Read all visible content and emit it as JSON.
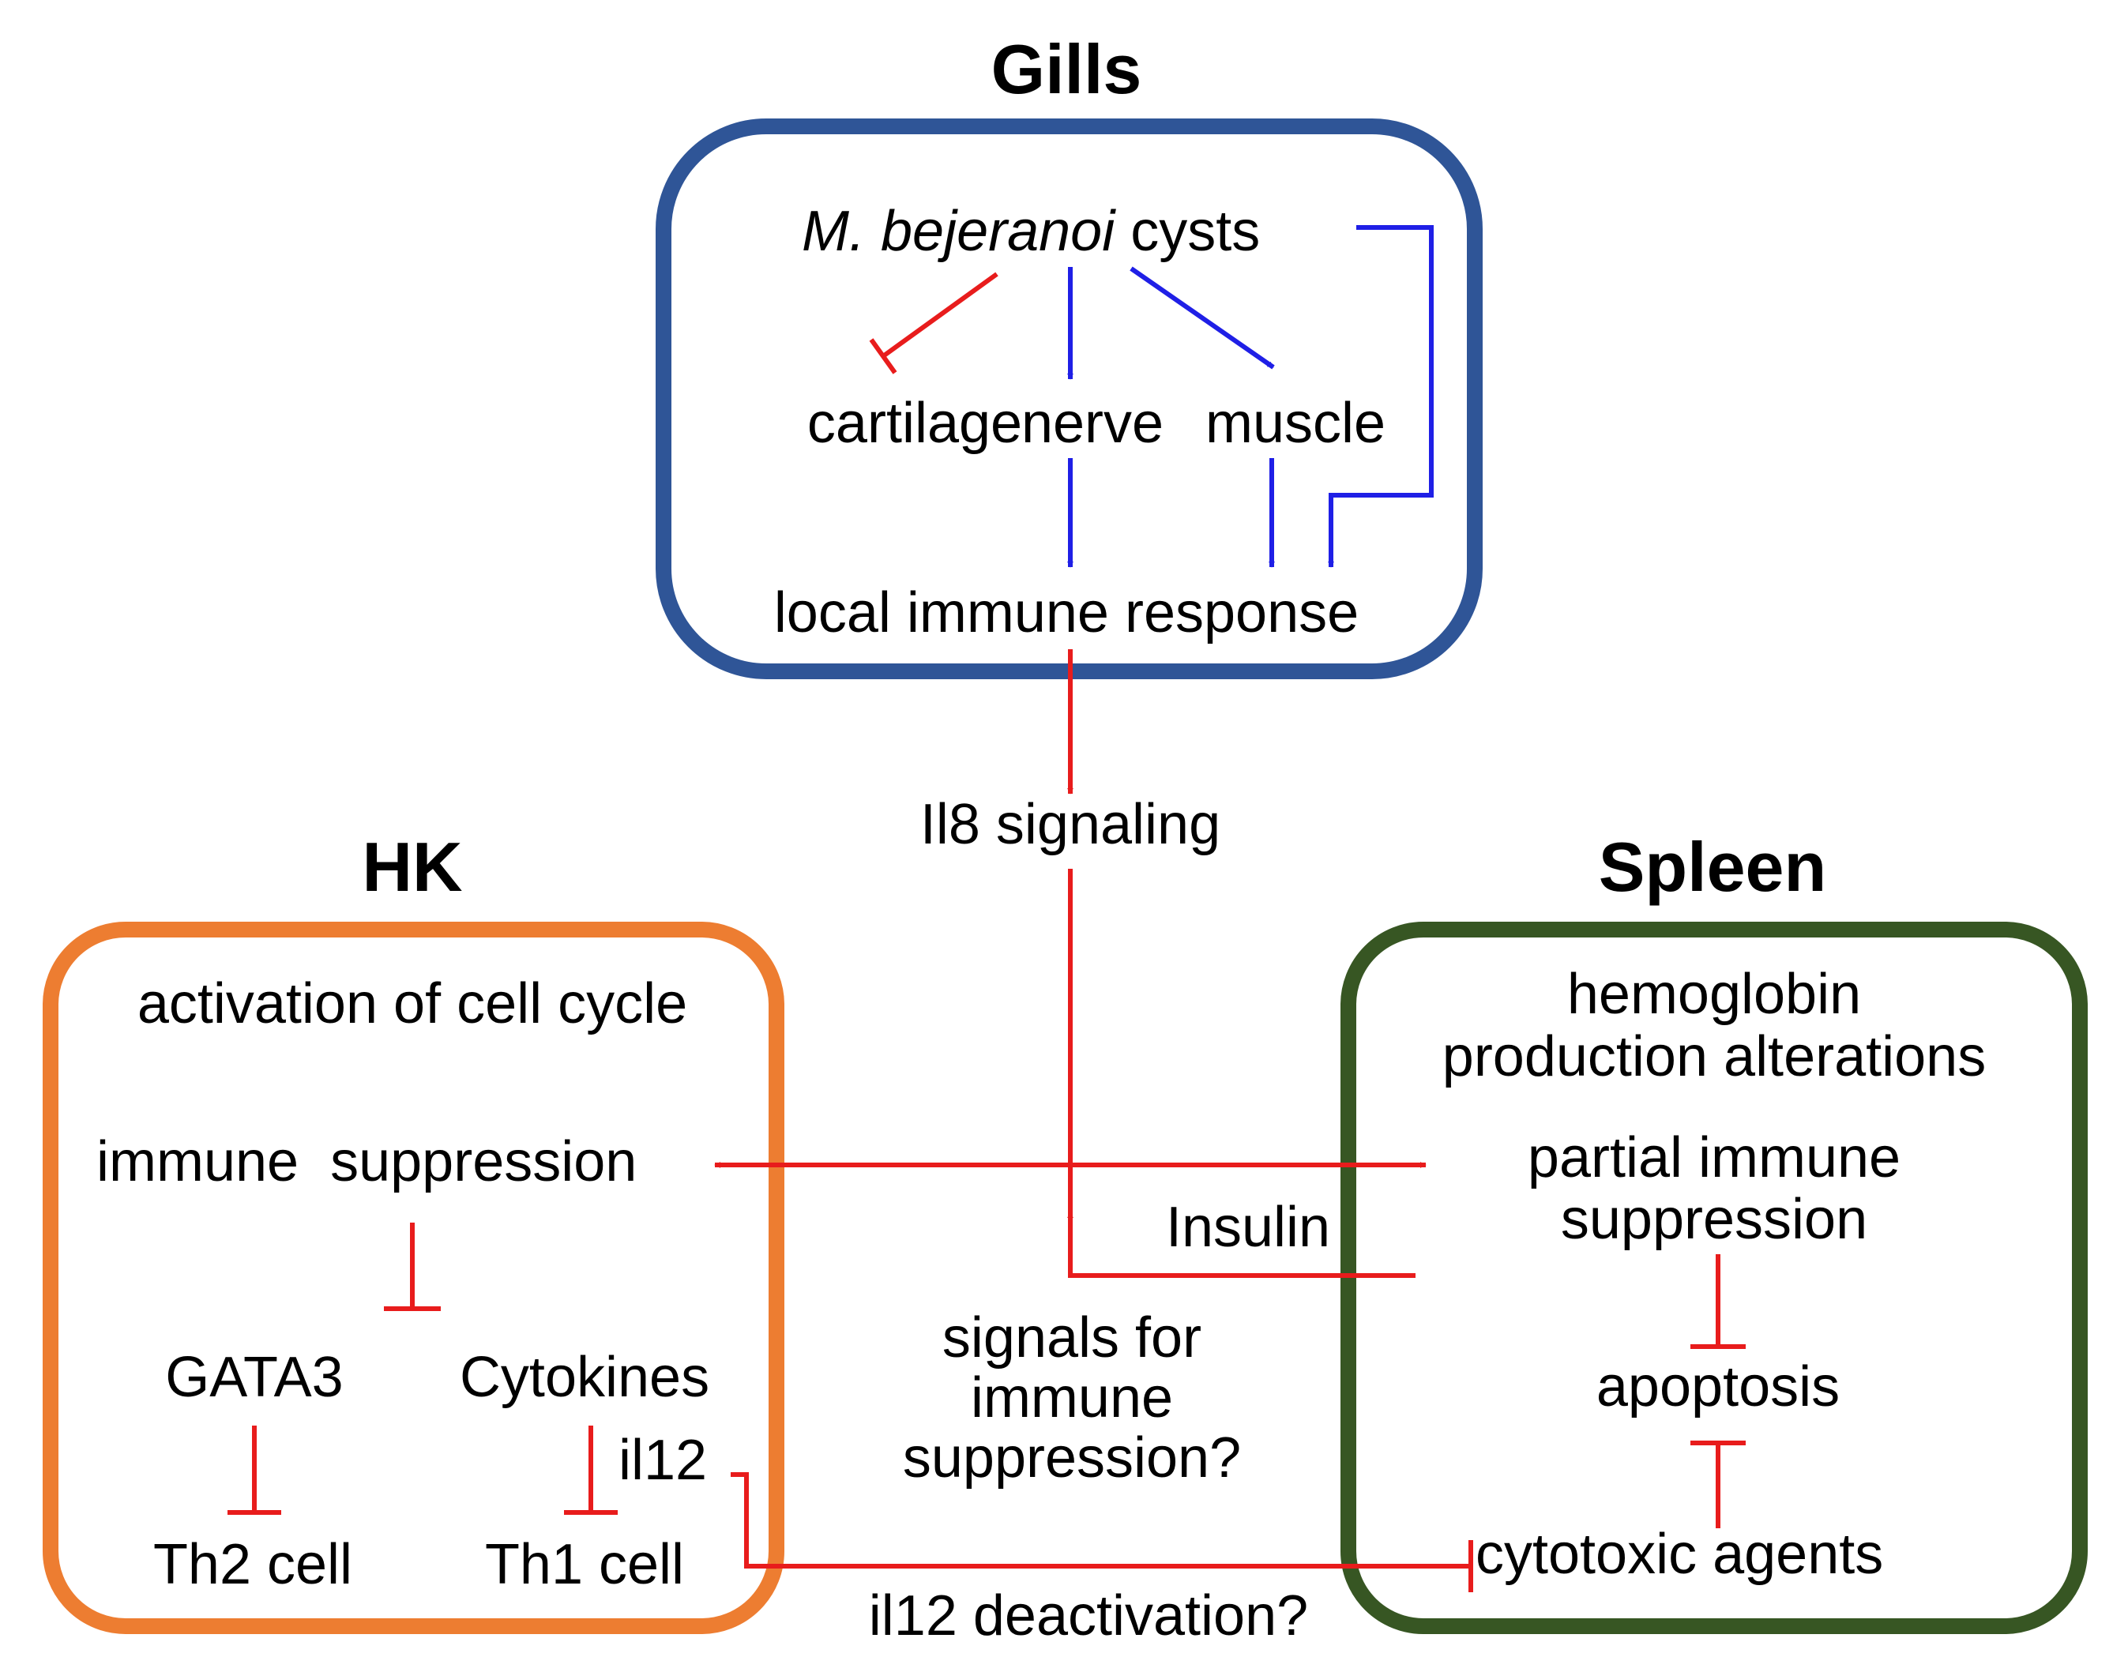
{
  "colors": {
    "activation": "#1f1fe6",
    "inhibition": "#e81c1c",
    "gills_box": "#2f5597",
    "hk_box": "#ed7d31",
    "spleen_box": "#375623",
    "text": "#000000"
  },
  "gills": {
    "title": "Gills",
    "parasite_italic": "M. bejeranoi",
    "parasite_suffix": " cysts",
    "cartilage": "cartilage",
    "nerve": "nerve",
    "muscle": "muscle",
    "response": "local immune response"
  },
  "middle": {
    "il8": "Il8 signaling",
    "insulin": "Insulin",
    "signals_line1": "signals for",
    "signals_line2": "immune",
    "signals_line3": "suppression?",
    "il12_deactivation": "il12 deactivation?"
  },
  "hk": {
    "title": "HK",
    "cell_cycle": "activation of cell cycle",
    "immune_suppression": "immune  suppression",
    "gata3": "GATA3",
    "cytokines": "Cytokines",
    "il12": "il12",
    "th2": "Th2 cell",
    "th1": "Th1 cell"
  },
  "spleen": {
    "title": "Spleen",
    "hemoglobin_line1": "hemoglobin",
    "hemoglobin_line2": "production alterations",
    "partial_line1": "partial immune",
    "partial_line2": "suppression",
    "apoptosis": "apoptosis",
    "cytotoxic": "cytotoxic agents"
  }
}
